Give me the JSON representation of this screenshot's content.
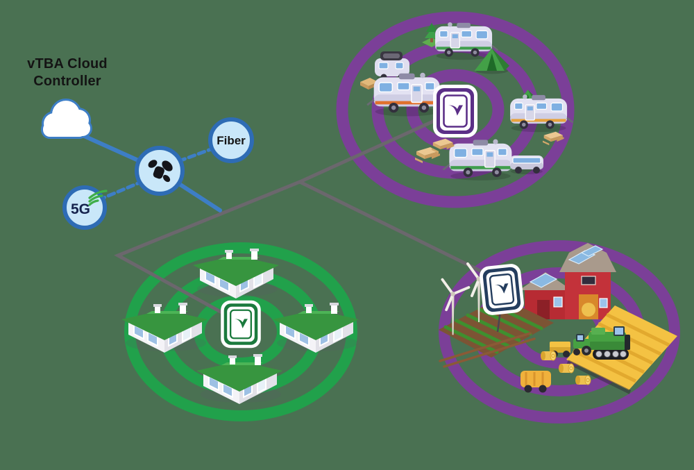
{
  "colors": {
    "bg": "#4a7152",
    "ink": "#141414",
    "blue_line": "#3d7ec6",
    "gray_line": "#6b676d",
    "node_fill": "#c9e7f9",
    "node_stroke": "#2e6cb5",
    "ring_purple": "#7b3f98",
    "ring_green": "#21a14b",
    "device_purple": "#5b2f87",
    "device_green": "#1b7a3d",
    "device_navy": "#243d5e",
    "signal_green": "#3fae49",
    "fiveg_ink": "#15234d"
  },
  "controller": {
    "title_line1": "vTBA Cloud",
    "title_line2": "Controller"
  },
  "nodes": {
    "cloud_icon": "cloud-icon",
    "gateway_icon": "satellite-icon",
    "fiber_label": "Fiber",
    "fiveg_label": "5G",
    "fiveg_icon": "5g-signal-icon"
  },
  "scenes": {
    "campground": {
      "label": "rv-campground",
      "ring_color": "#7b3f98",
      "device_color": "#5b2f87"
    },
    "neighborhood": {
      "label": "residential-neighborhood",
      "ring_color": "#21a14b",
      "device_color": "#1b7a3d"
    },
    "farm": {
      "label": "smart-farm",
      "ring_color": "#7b3f98",
      "device_color": "#243d5e"
    }
  }
}
